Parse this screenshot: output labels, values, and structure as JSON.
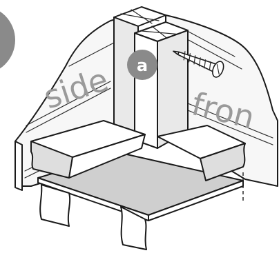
{
  "labels": {
    "side": "side",
    "front": "fron",
    "callout": "a"
  },
  "icons": {
    "screw": "wood-screw-icon",
    "step_circle": "step-circle-icon"
  },
  "colors": {
    "label_gray": "#9a9a9a",
    "badge_gray": "#8a8a8a",
    "line": "#1a1a1a"
  }
}
